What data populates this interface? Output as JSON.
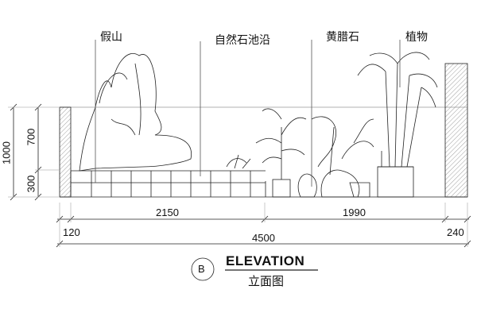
{
  "labels": {
    "rockery": "假山",
    "stone_edge": "自然石池沿",
    "yellow_stone": "黄腊石",
    "plants": "植物"
  },
  "dimensions": {
    "total_height": "1000",
    "upper_height": "700",
    "lower_height": "300",
    "left_span": "2150",
    "right_span": "1990",
    "left_wall": "120",
    "total_width": "4500",
    "right_wall": "240"
  },
  "title": {
    "marker": "B",
    "english": "ELEVATION",
    "chinese": "立面图"
  }
}
